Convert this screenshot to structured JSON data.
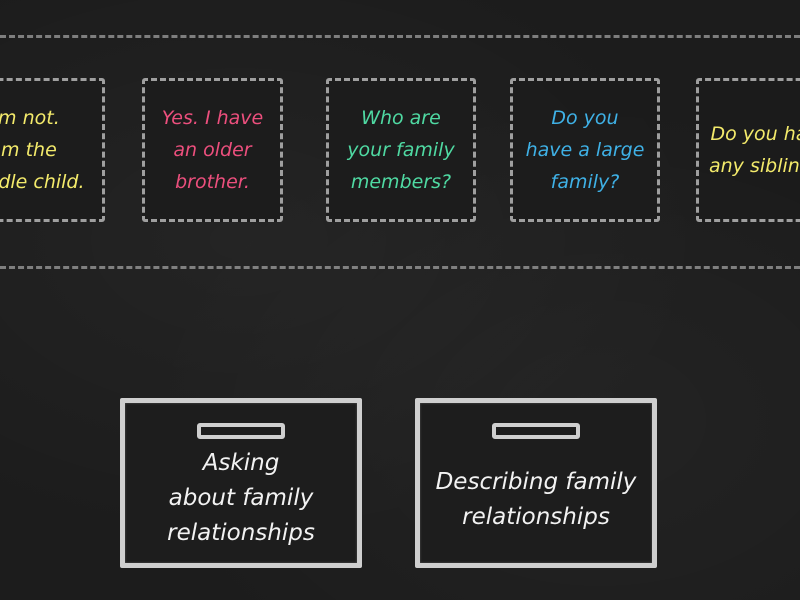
{
  "cards": [
    {
      "text": "I'm not.\nI'm the\nmiddle child.",
      "color": "#f3ea6b"
    },
    {
      "text": "Yes. I have\nan older\nbrother.",
      "color": "#ec4f7d"
    },
    {
      "text": "Who are\nyour family\nmembers?",
      "color": "#4fd9a2"
    },
    {
      "text": "Do you\nhave a large\nfamily?",
      "color": "#3fb1e6"
    },
    {
      "text": "Do you have\nany siblings?",
      "color": "#f3ea6b"
    }
  ],
  "boxes": [
    {
      "label": "Asking\nabout family\nrelationships"
    },
    {
      "label": "Describing family\nrelationships"
    }
  ]
}
